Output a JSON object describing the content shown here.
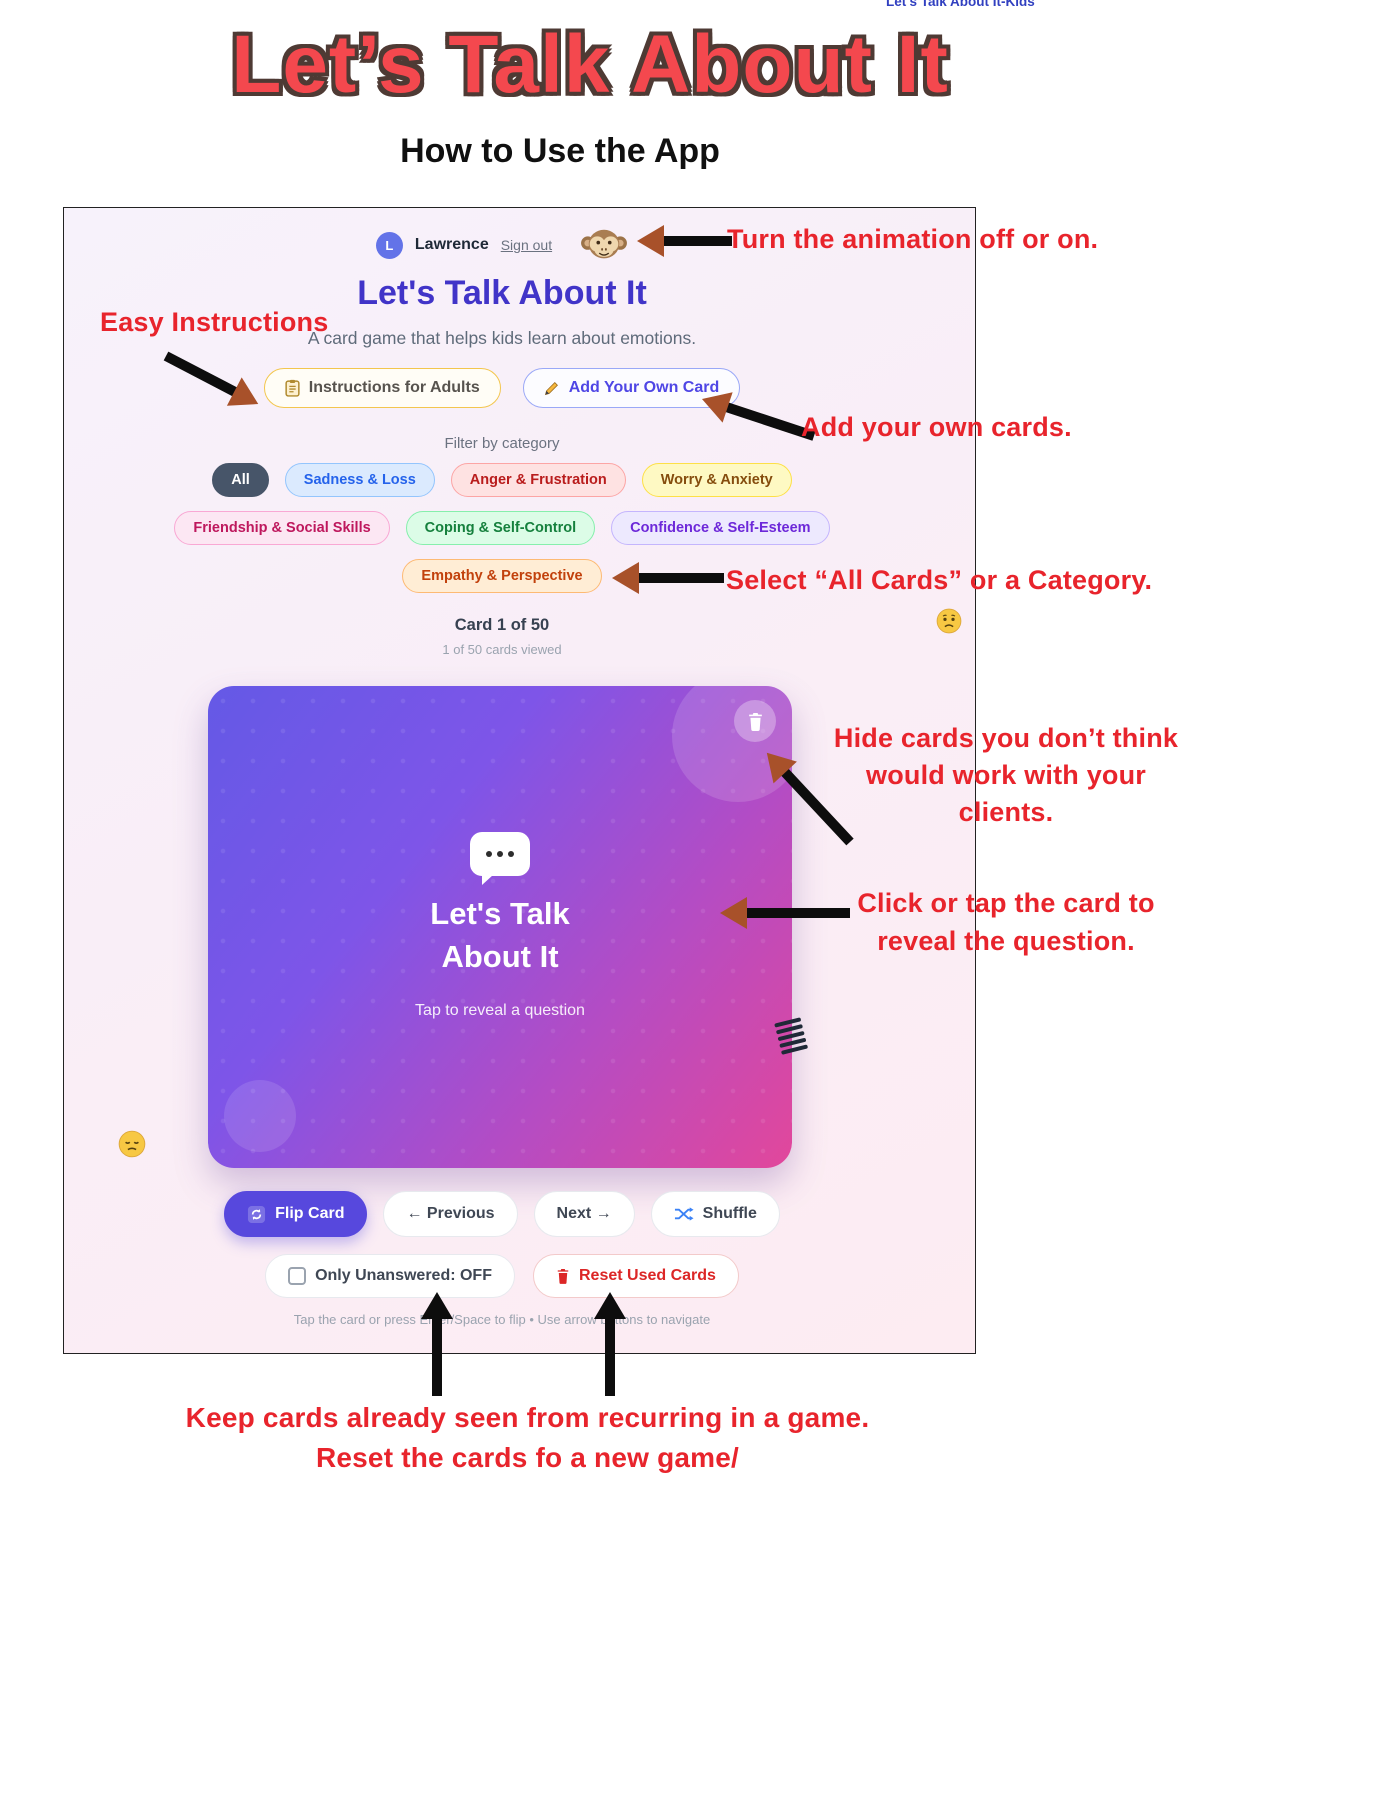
{
  "page": {
    "browser_tab_link": "Let's Talk About It-Kids",
    "main_title": "Let’s Talk About It",
    "subtitle": "How to Use the App"
  },
  "app": {
    "header": {
      "avatar_initial": "L",
      "username": "Lawrence",
      "sign_out": "Sign out"
    },
    "title": "Let's Talk About It",
    "tagline": "A card game that helps kids learn about emotions.",
    "buttons": {
      "instructions": "Instructions for Adults",
      "add_card": "Add Your Own Card"
    },
    "filter": {
      "label": "Filter by category",
      "categories": [
        {
          "label": "All",
          "active": true
        },
        {
          "label": "Sadness & Loss"
        },
        {
          "label": "Anger & Frustration"
        },
        {
          "label": "Worry & Anxiety"
        },
        {
          "label": "Friendship & Social Skills"
        },
        {
          "label": "Coping & Self-Control"
        },
        {
          "label": "Confidence & Self-Esteem"
        },
        {
          "label": "Empathy & Perspective"
        }
      ]
    },
    "progress": {
      "counter": "Card 1 of 50",
      "viewed": "1 of 50 cards viewed"
    },
    "card": {
      "title_line1": "Let's Talk",
      "title_line2": "About It",
      "hint": "Tap to reveal a question"
    },
    "controls": {
      "flip": "Flip Card",
      "previous": "← Previous",
      "next": "Next →",
      "shuffle": "Shuffle",
      "only_unanswered": "Only Unanswered: OFF",
      "reset_used": "Reset Used Cards"
    },
    "footer_hint": "Tap the card or press Enter/Space to flip • Use arrow buttons to navigate"
  },
  "annotations": {
    "easy_instructions": "Easy Instructions",
    "turn_animation": "Turn the animation off or on.",
    "add_cards": "Add your own cards.",
    "select_category": "Select “All Cards” or a Category.",
    "hide_cards": "Hide cards you don’t think would work with your clients.",
    "tap_card": "Click or tap the card to reveal the question.",
    "keep_cards": "Keep cards already seen from recurring in a game.",
    "reset_cards": "Reset the cards fo a new game/"
  },
  "colors": {
    "annotation_red": "#e8242c",
    "title_red": "#f4484e",
    "title_outline": "#4e3a34",
    "app_title_indigo": "#4134c8",
    "flip_button": "#5748dd",
    "card_gradient_start": "#6459e6",
    "card_gradient_end": "#e2479b",
    "arrow_shaft": "#0d0d0d",
    "arrow_head": "#a8512a",
    "category_pills": {
      "all": {
        "bg": "#475569",
        "text": "#ffffff"
      },
      "sadness_loss": {
        "bg": "#dbeafe",
        "border": "#93c5fd",
        "text": "#2563eb"
      },
      "anger_frustration": {
        "bg": "#fee2e2",
        "border": "#fca5a5",
        "text": "#b91c1c"
      },
      "worry_anxiety": {
        "bg": "#fef9c3",
        "border": "#fde047",
        "text": "#854d0e"
      },
      "friendship_social": {
        "bg": "#fce7f3",
        "border": "#f9a8d4",
        "text": "#be185d"
      },
      "coping_selfcontrol": {
        "bg": "#dcfce7",
        "border": "#86efac",
        "text": "#15803d"
      },
      "confidence_selfesteem": {
        "bg": "#ede9fe",
        "border": "#c4b5fd",
        "text": "#6d28d9"
      },
      "empathy_perspective": {
        "bg": "#ffedd5",
        "border": "#fdba74",
        "text": "#c2410c"
      }
    }
  }
}
